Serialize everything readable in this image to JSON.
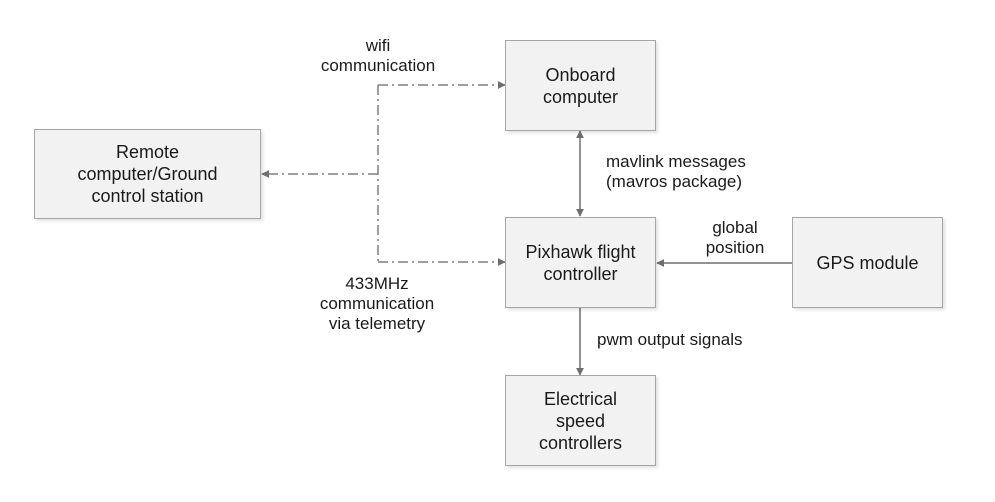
{
  "nodes": {
    "onboard": [
      "Onboard",
      "computer"
    ],
    "remote": [
      "Remote",
      "computer/Ground",
      "control station"
    ],
    "pixhawk": [
      "Pixhawk flight",
      "controller"
    ],
    "gps": [
      "GPS module"
    ],
    "esc": [
      "Electrical",
      "speed",
      "controllers"
    ]
  },
  "edges": {
    "wifi": [
      "wifi",
      "communication"
    ],
    "telemetry": [
      "433MHz",
      "communication",
      "via telemetry"
    ],
    "mavlink": [
      "mavlink messages",
      "(mavros package)"
    ],
    "global_position": [
      "global",
      "position"
    ],
    "pwm": [
      "pwm output signals"
    ]
  },
  "colors": {
    "line": "#7f7f7f",
    "box_fill": "#f2f2f2",
    "box_border": "#a6a6a6"
  }
}
